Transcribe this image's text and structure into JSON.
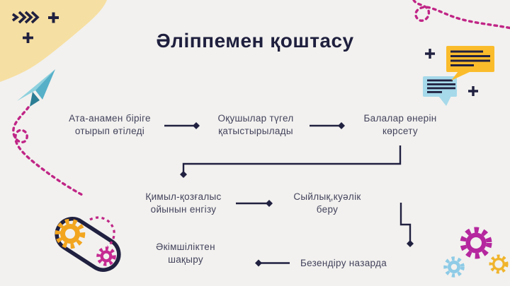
{
  "slide": {
    "title": "Әліппемен қоштасу"
  },
  "flowchart": {
    "steps": [
      {
        "id": 1,
        "label": "Ата-анамен біріге\nотырып өтіледі"
      },
      {
        "id": 2,
        "label": "Оқушылар түгел\nқатыстырылады"
      },
      {
        "id": 3,
        "label": "Балалар өнерін\nкөрсету"
      },
      {
        "id": 4,
        "label": "Қимыл-қозғалыс\nойынын енгізу"
      },
      {
        "id": 5,
        "label": "Сыйлық,куәлік\nберу"
      },
      {
        "id": 6,
        "label": "Әкімшіліктен\nшақыру"
      },
      {
        "id": 7,
        "label": "Безендіру назарда"
      }
    ],
    "flow_order": [
      1,
      2,
      3,
      4,
      5,
      7,
      6
    ]
  },
  "decorations": {
    "icons": [
      "chevrons-icon",
      "plus-icon",
      "paper-plane-icon",
      "dashed-trail",
      "chat-bubbles-icon",
      "chain-gears-icon",
      "gears-icon"
    ]
  },
  "colors": {
    "background": "#f2f1ef",
    "cream_blob": "#f6dfa2",
    "navy": "#202040",
    "body_text": "#43435c",
    "magenta": "#c02586",
    "gear_magenta": "#b5279e",
    "orange": "#f2a51f",
    "bubble_yellow": "#fbbc2c",
    "bubble_blue": "#a6d9ea",
    "gear_blue": "#8ecbe6",
    "gear_yellow": "#f0b42c",
    "plane_light": "#8ed1de",
    "plane_mid": "#56b0c8",
    "plane_dark": "#2c7e95"
  }
}
